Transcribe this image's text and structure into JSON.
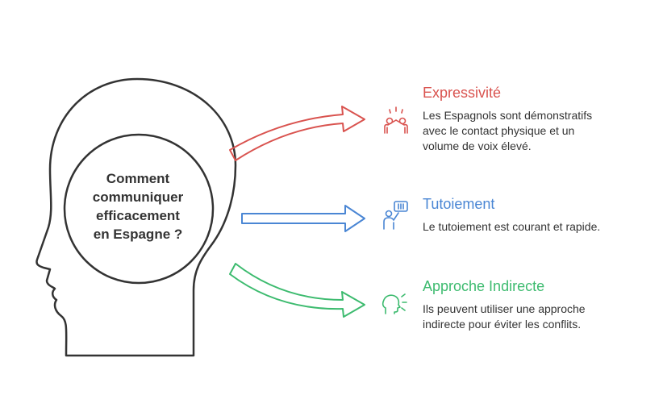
{
  "center": {
    "question_lines": [
      "Comment",
      "communiquer",
      "efficacement",
      "en Espagne ?"
    ]
  },
  "items": [
    {
      "title": "Expressivité",
      "desc_lines": [
        "Les Espagnols sont démonstratifs",
        "avec le contact physique et un",
        "volume de voix élevé."
      ],
      "color": "#d9534f",
      "icon": "high-five-icon"
    },
    {
      "title": "Tutoiement",
      "desc_lines": [
        "Le tutoiement est courant et rapide."
      ],
      "color": "#4a86d4",
      "icon": "speaker-presentation-icon"
    },
    {
      "title": "Approche Indirecte",
      "desc_lines": [
        "Ils peuvent utiliser une approche",
        "indirecte pour éviter les conflits."
      ],
      "color": "#3dbb6f",
      "icon": "thinking-head-icon"
    }
  ],
  "colors": {
    "outline": "#333333",
    "text": "#333333"
  }
}
